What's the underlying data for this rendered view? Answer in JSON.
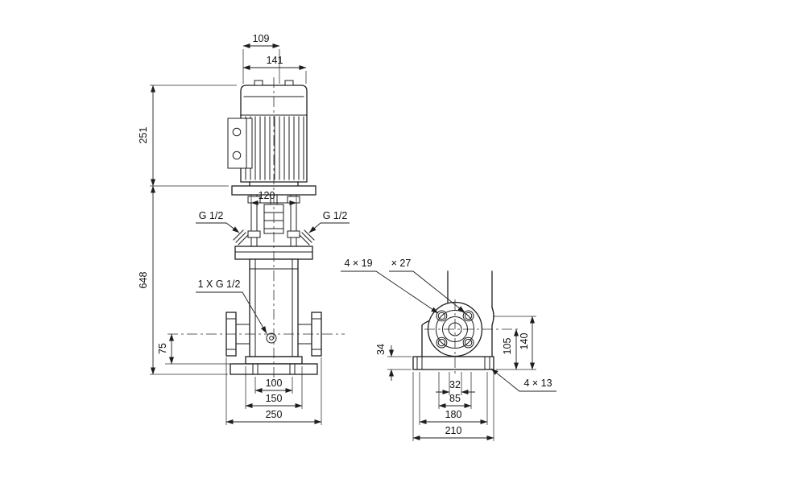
{
  "page": {
    "background": "#ffffff",
    "line_color": "#1d1d1d"
  },
  "drawing": {
    "front_view": {
      "dimensions": {
        "motor_top_width": "109",
        "motor_width": "141",
        "motor_height": "251",
        "lantern_width": "120",
        "port_left": "G 1/2",
        "port_right": "G 1/2",
        "total_height": "648",
        "drain_port": "1 X G 1/2",
        "port_center_to_base": "75",
        "base_slot_spacing": "100",
        "base_upper_width": "150",
        "port_to_port": "250"
      }
    },
    "side_view": {
      "dimensions": {
        "flange_holes": "4 × 19",
        "flange_counterbore": "× 27",
        "baseplate_height": "34",
        "port_center_height": "105",
        "flange_height": "140",
        "slot_spacing": "32",
        "hole_spacing": "85",
        "base_hole_spacing": "180",
        "baseplate_length": "210",
        "base_holes": "4 × 13"
      }
    }
  }
}
